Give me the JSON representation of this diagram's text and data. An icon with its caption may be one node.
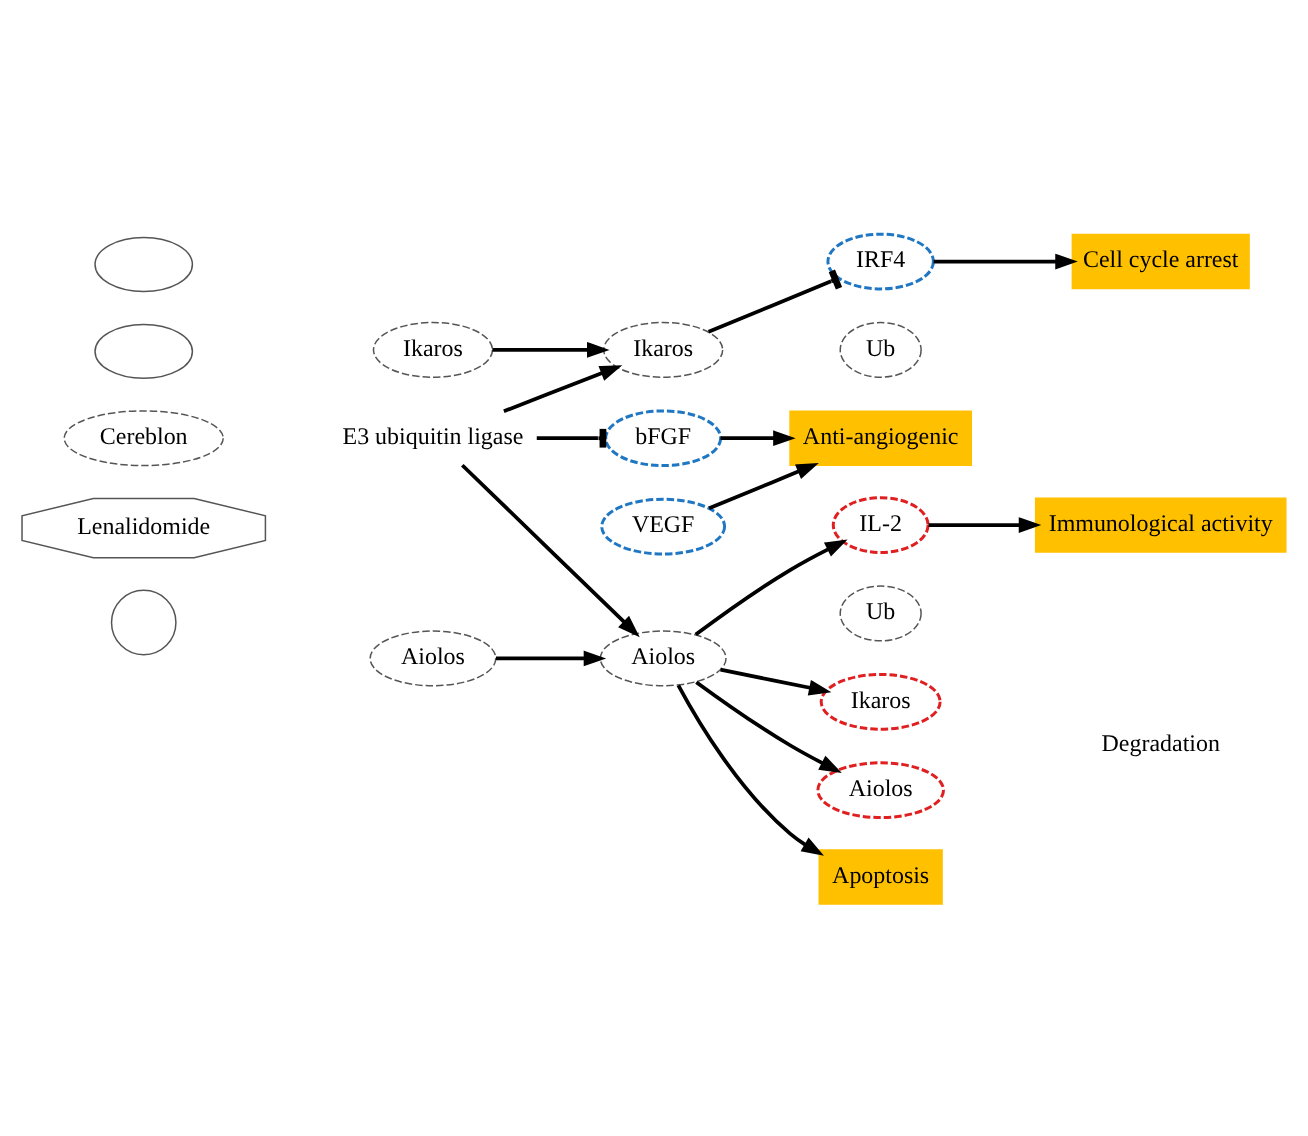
{
  "diagram": {
    "nodes": [
      {
        "text": [],
        "shape": "ellipse"
      },
      {
        "text": [],
        "shape": "ellipse"
      },
      {
        "text": [
          "Cereblon"
        ]
      },
      {
        "text": [
          "Lenalidomide"
        ]
      },
      {
        "text": [],
        "shape": "circle"
      },
      {
        "text": [
          "E3 ubiquitin ligase"
        ]
      },
      {
        "text": [
          "Ikaros"
        ]
      },
      {
        "text": [
          "Aiolos"
        ]
      },
      {
        "text": [
          "IRF4"
        ]
      },
      {
        "text": [
          "Cell cycle arrest"
        ]
      },
      {
        "text": [
          "Ikaros"
        ]
      },
      {
        "text": [
          "Ub"
        ]
      },
      {
        "text": [
          "Aiolos"
        ]
      },
      {
        "text": [
          "Ub"
        ]
      },
      {
        "text": [
          "Ikaros"
        ]
      },
      {
        "text": [
          "Aiolos"
        ]
      },
      {
        "text": [
          "Degradation"
        ]
      },
      {
        "text": [
          "Apoptosis"
        ]
      },
      {
        "text": [
          "bFGF"
        ]
      },
      {
        "text": [
          "VEGF"
        ]
      },
      {
        "text": [
          "Anti-angiogenic"
        ]
      },
      {
        "text": [
          "IL-2"
        ]
      },
      {
        "text": [
          "Immunological activity"
        ]
      }
    ],
    "edges": [
      {
        "from": 5,
        "to": 18,
        "arrow": "other"
      },
      {
        "from": 5,
        "to": 10,
        "arrow": "to"
      },
      {
        "from": 5,
        "to": 12,
        "arrow": "to"
      },
      {
        "from": 6,
        "to": 10,
        "arrow": "to"
      },
      {
        "from": 7,
        "to": 12,
        "arrow": "to"
      },
      {
        "from": 10,
        "to": 8,
        "arrow": "other"
      },
      {
        "from": 8,
        "to": 9,
        "arrow": "to"
      },
      {
        "from": 12,
        "to": 14,
        "arrow": "to"
      },
      {
        "from": 12,
        "to": 15,
        "arrow": "to"
      },
      {
        "from": 12,
        "to": 17,
        "arrow": "to"
      },
      {
        "from": 12,
        "to": 21,
        "arrow": "to"
      },
      {
        "from": 18,
        "to": 20,
        "arrow": "to"
      },
      {
        "from": 19,
        "to": 20,
        "arrow": "to"
      },
      {
        "from": 21,
        "to": 22,
        "arrow": "to"
      }
    ]
  }
}
